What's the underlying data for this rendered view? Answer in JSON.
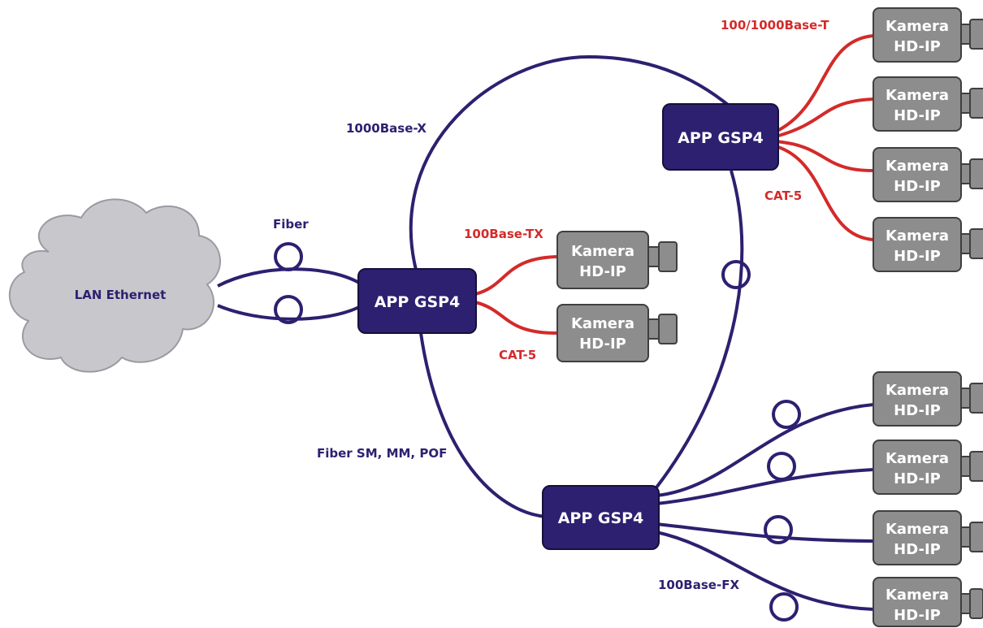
{
  "colors": {
    "navy": "#2d2070",
    "red": "#d42a2a",
    "camera_fill": "#8d8d8d",
    "camera_border": "#3f3f3f",
    "cloud_fill": "#c8c8cc",
    "cloud_border": "#9a9aa3",
    "switch_fill": "#2d2070"
  },
  "cloud": {
    "label": "LAN Ethernet"
  },
  "switches": {
    "main": "APP GSP4",
    "top": "APP GSP4",
    "bottom": "APP GSP4"
  },
  "labels": {
    "fiber": "Fiber",
    "base1000x": "1000Base-X",
    "base100tx": "100Base-TX",
    "cat5_main": "CAT-5",
    "base1000t": "100/1000Base-T",
    "cat5_top": "CAT-5",
    "fiber_sm": "Fiber SM, MM, POF",
    "base100fx": "100Base-FX"
  },
  "cameras": {
    "main_1": {
      "line1": "Kamera",
      "line2": "HD-IP"
    },
    "main_2": {
      "line1": "Kamera",
      "line2": "HD-IP"
    },
    "top_1": {
      "line1": "Kamera",
      "line2": "HD-IP"
    },
    "top_2": {
      "line1": "Kamera",
      "line2": "HD-IP"
    },
    "top_3": {
      "line1": "Kamera",
      "line2": "HD-IP"
    },
    "top_4": {
      "line1": "Kamera",
      "line2": "HD-IP"
    },
    "bottom_1": {
      "line1": "Kamera",
      "line2": "HD-IP"
    },
    "bottom_2": {
      "line1": "Kamera",
      "line2": "HD-IP"
    },
    "bottom_3": {
      "line1": "Kamera",
      "line2": "HD-IP"
    },
    "bottom_4": {
      "line1": "Kamera",
      "line2": "HD-IP"
    }
  }
}
